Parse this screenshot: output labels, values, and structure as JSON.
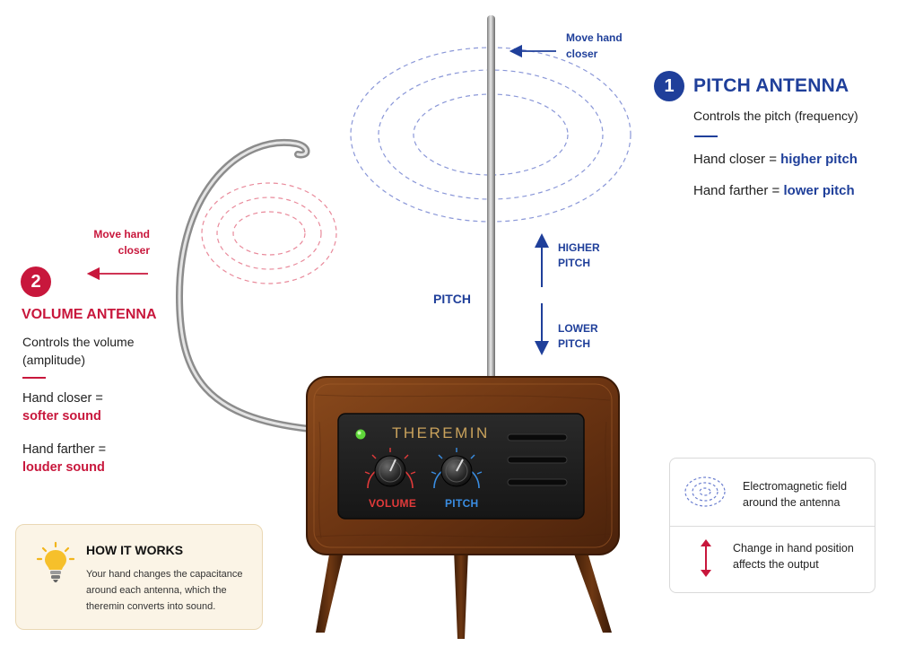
{
  "pitch": {
    "number": "1",
    "title": "PITCH ANTENNA",
    "description": "Controls the pitch (frequency)",
    "closer_prefix": "Hand closer = ",
    "closer_value": "higher pitch",
    "farther_prefix": "Hand farther = ",
    "farther_value": "lower pitch",
    "move_hint_line1": "Move hand",
    "move_hint_line2": "closer",
    "center_label": "PITCH",
    "higher_line1": "HIGHER",
    "higher_line2": "PITCH",
    "lower_line1": "LOWER",
    "lower_line2": "PITCH",
    "color": "#1f3f9a"
  },
  "volume": {
    "number": "2",
    "title": "VOLUME ANTENNA",
    "description": "Controls the volume (amplitude)",
    "closer_prefix": "Hand closer =",
    "closer_value": "softer sound",
    "farther_prefix": "Hand farther =",
    "farther_value": "louder sound",
    "move_hint_line1": "Move hand",
    "move_hint_line2": "closer",
    "color": "#c8173c"
  },
  "device": {
    "brand": "THEREMIN",
    "knob_volume_label": "VOLUME",
    "knob_pitch_label": "PITCH",
    "indicator_color": "#5fd63a"
  },
  "how_it_works": {
    "icon": "lightbulb-icon",
    "title": "HOW IT WORKS",
    "text": "Your hand changes the capacitance around each antenna, which the theremin converts into sound."
  },
  "legend": {
    "field_icon": "field-rings-icon",
    "field_text": "Electromagnetic field around the antenna",
    "arrow_icon": "double-arrow-icon",
    "arrow_text": "Change in hand position affects the output"
  }
}
